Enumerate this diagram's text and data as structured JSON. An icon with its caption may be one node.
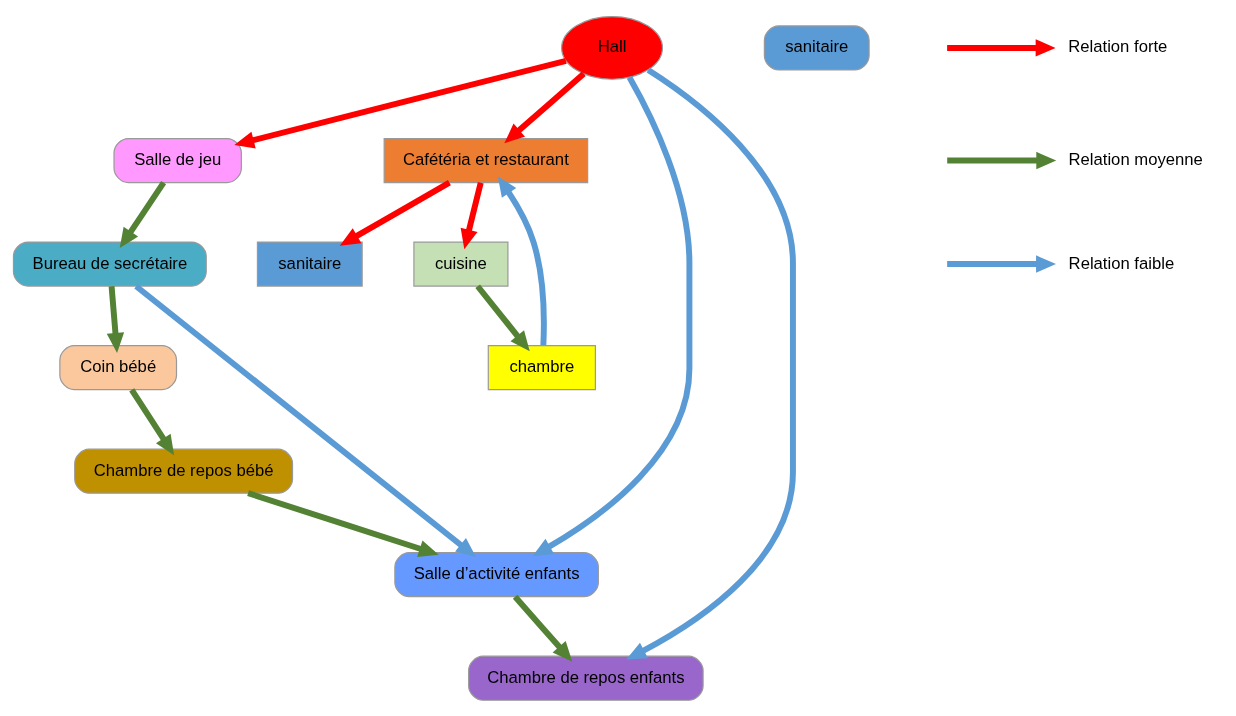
{
  "diagram": {
    "nodes": [
      {
        "text": [
          "Salle de jeu"
        ]
      },
      {
        "text": [
          "Bureau de secrétaire"
        ]
      },
      {
        "text": [
          "Coin bébé"
        ]
      },
      {
        "text": [
          "Chambre de repos bébé"
        ]
      },
      {
        "text": [
          "sanitaire"
        ]
      },
      {
        "text": [
          "sanitaire"
        ]
      },
      {
        "text": [
          "Cafétéria et restaurant"
        ]
      },
      {
        "text": [
          "Hall"
        ]
      },
      {
        "text": [
          "cuisine"
        ]
      },
      {
        "text": [
          "chambre"
        ]
      },
      {
        "text": [
          "Salle d’activité enfants"
        ]
      },
      {
        "text": [
          "Chambre de repos enfants"
        ]
      }
    ],
    "edges": [
      {
        "from": 0,
        "to": 1,
        "arrow": "to",
        "color": "#548235"
      },
      {
        "from": 1,
        "to": 2,
        "arrow": "to",
        "color": "#548235"
      },
      {
        "from": 2,
        "to": 3,
        "arrow": "to",
        "color": "#548235"
      },
      {
        "from": 3,
        "to": 10,
        "arrow": "to",
        "color": "#548235"
      },
      {
        "from": 1,
        "to": 10,
        "arrow": "to",
        "color": "#5b9bd5"
      },
      {
        "from": 7,
        "to": 0,
        "arrow": "to",
        "color": "#ff0000"
      },
      {
        "from": 6,
        "to": 5,
        "arrow": "to",
        "color": "#ff0000"
      },
      {
        "from": 7,
        "to": 6,
        "arrow": "to",
        "color": "#ff0000"
      },
      {
        "from": 6,
        "to": 8,
        "arrow": "to",
        "color": "#ff0000"
      },
      {
        "from": 9,
        "to": 6,
        "arrow": "to",
        "color": "#5b9bd5"
      },
      {
        "from": 8,
        "to": 9,
        "arrow": "to",
        "color": "#548235"
      },
      {
        "from": 7,
        "to": 10,
        "arrow": "to",
        "color": "#5b9bd5"
      },
      {
        "from": 7,
        "to": 11,
        "arrow": "to",
        "color": "#5b9bd5"
      },
      {
        "from": 10,
        "to": 11,
        "arrow": "to",
        "color": "#548235"
      }
    ],
    "legend": [
      {
        "text": "Relation forte",
        "color": "#ff0000"
      },
      {
        "text": "Relation moyenne",
        "color": "#548235"
      },
      {
        "text": "Relation faible",
        "color": "#5b9bd5"
      }
    ]
  }
}
